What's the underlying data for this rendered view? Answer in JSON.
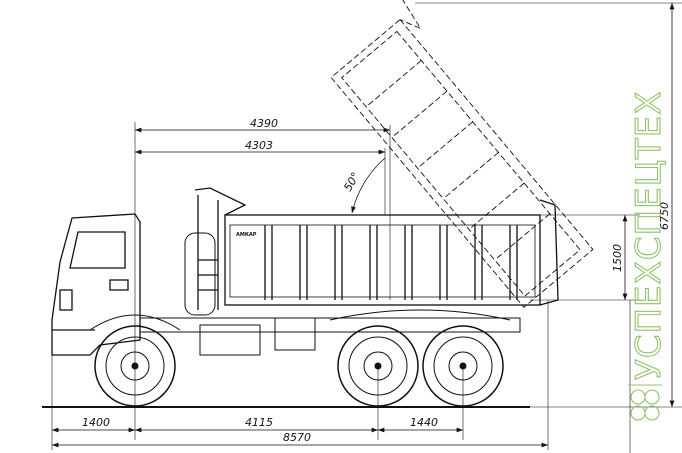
{
  "drawing": {
    "dimensions": {
      "overall_length": "8570",
      "front_overhang": "1400",
      "wheelbase": "4115",
      "rear_axle_spacing": "1440",
      "dim_4390": "4390",
      "dim_4303": "4303",
      "overall_height_raised": "6750",
      "body_height": "1500",
      "tip_angle": "50°"
    },
    "body_label": "АМКАР"
  },
  "watermark": {
    "text": "УСПЕХСПЕЦТЕХ",
    "color": "#8fc46a"
  },
  "colors": {
    "line": "#111111",
    "background": "#ffffff"
  }
}
